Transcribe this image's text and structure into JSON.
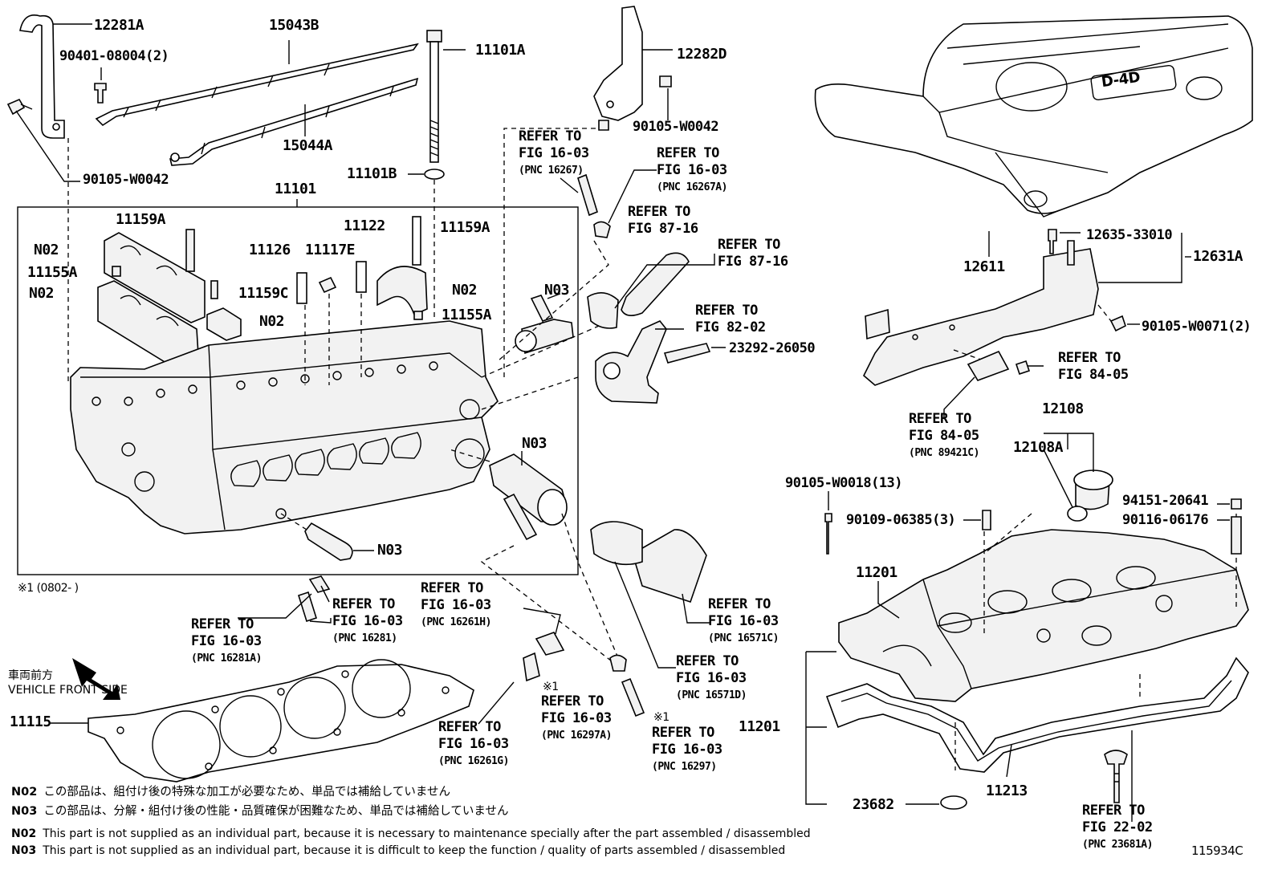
{
  "labels": {
    "p12281A": "12281A",
    "p15043B": "15043B",
    "p90401": "90401-08004(2)",
    "p11101A": "11101A",
    "p12282D": "12282D",
    "p15044A": "15044A",
    "p90105w0042a": "90105-W0042",
    "p90105w0042b": "90105-W0042",
    "p11101B": "11101B",
    "p11101": "11101",
    "p11159A_1": "11159A",
    "p11159A_2": "11159A",
    "p11122": "11122",
    "p11126": "11126",
    "p11117E": "11117E",
    "pN02_1": "N02",
    "pN02_2": "N02",
    "pN02_3": "N02",
    "pN02_4": "N02",
    "p11155A_1": "11155A",
    "p11155A_2": "11155A",
    "p11159C": "11159C",
    "pN03_1": "N03",
    "pN03_2": "N03",
    "pN03_3": "N03",
    "p23292": "23292-26050",
    "p12611": "12611",
    "p12635": "12635-33010",
    "p12631A": "12631A",
    "p90105w0071": "90105-W0071(2)",
    "p12108": "12108",
    "p12108A": "12108A",
    "p90105w0018": "90105-W0018(13)",
    "p90109": "90109-06385(3)",
    "p94151": "94151-20641",
    "p90116": "90116-06176",
    "p11201_1": "11201",
    "p11201_2": "11201",
    "p11213": "11213",
    "p23682": "23682",
    "p11115": "11115",
    "star1_range": "※1 (0802-      )",
    "star_a": "※1",
    "star_b": "※1",
    "diagram_id": "115934C"
  },
  "refers": [
    {
      "id": "r1",
      "lines": [
        "REFER TO",
        "FIG 16-03",
        "(PNC 16267)"
      ]
    },
    {
      "id": "r2",
      "lines": [
        "REFER TO",
        "FIG 16-03",
        "(PNC 16267A)"
      ]
    },
    {
      "id": "r3",
      "lines": [
        "REFER TO",
        "FIG 87-16"
      ]
    },
    {
      "id": "r4",
      "lines": [
        "REFER TO",
        "FIG 87-16"
      ]
    },
    {
      "id": "r5",
      "lines": [
        "REFER TO",
        "FIG 82-02"
      ]
    },
    {
      "id": "r6",
      "lines": [
        "REFER TO",
        "FIG 84-05"
      ]
    },
    {
      "id": "r7",
      "lines": [
        "REFER TO",
        "FIG 84-05",
        "(PNC 89421C)"
      ]
    },
    {
      "id": "r8",
      "lines": [
        "REFER TO",
        "FIG 16-03",
        "(PNC 16281A)"
      ]
    },
    {
      "id": "r9",
      "lines": [
        "REFER TO",
        "FIG 16-03",
        "(PNC 16281)"
      ]
    },
    {
      "id": "r10",
      "lines": [
        "REFER TO",
        "FIG 16-03",
        "(PNC 16261H)"
      ]
    },
    {
      "id": "r11",
      "lines": [
        "REFER TO",
        "FIG 16-03",
        "(PNC 16571C)"
      ]
    },
    {
      "id": "r12",
      "lines": [
        "REFER TO",
        "FIG 16-03",
        "(PNC 16571D)"
      ]
    },
    {
      "id": "r13",
      "lines": [
        "REFER TO",
        "FIG 16-03",
        "(PNC 16261G)"
      ]
    },
    {
      "id": "r14",
      "lines": [
        "REFER TO",
        "FIG 16-03",
        "(PNC 16297A)"
      ]
    },
    {
      "id": "r15",
      "lines": [
        "REFER TO",
        "FIG 16-03",
        "(PNC 16297)"
      ]
    },
    {
      "id": "r16",
      "lines": [
        "REFER TO",
        "FIG 22-02",
        "(PNC 23681A)"
      ]
    }
  ],
  "vehicle_front": {
    "jp": "車両前方",
    "en": "VEHICLE FRONT SIDE"
  },
  "notes": [
    {
      "code": "N02",
      "text": "この部品は、組付け後の特殊な加工が必要なため、単品では補給していません"
    },
    {
      "code": "N03",
      "text": "この部品は、分解・組付け後の性能・品質確保が困難なため、単品では補給していません"
    },
    {
      "code": "N02",
      "text": "This part is not supplied as an individual part, because it is necessary to maintenance specially after the part assembled / disassembled"
    },
    {
      "code": "N03",
      "text": "This part is not supplied as an individual part, because it is difficult to keep the function / quality of parts  assembled / disassembled"
    }
  ],
  "cover_badge": "D-4D"
}
